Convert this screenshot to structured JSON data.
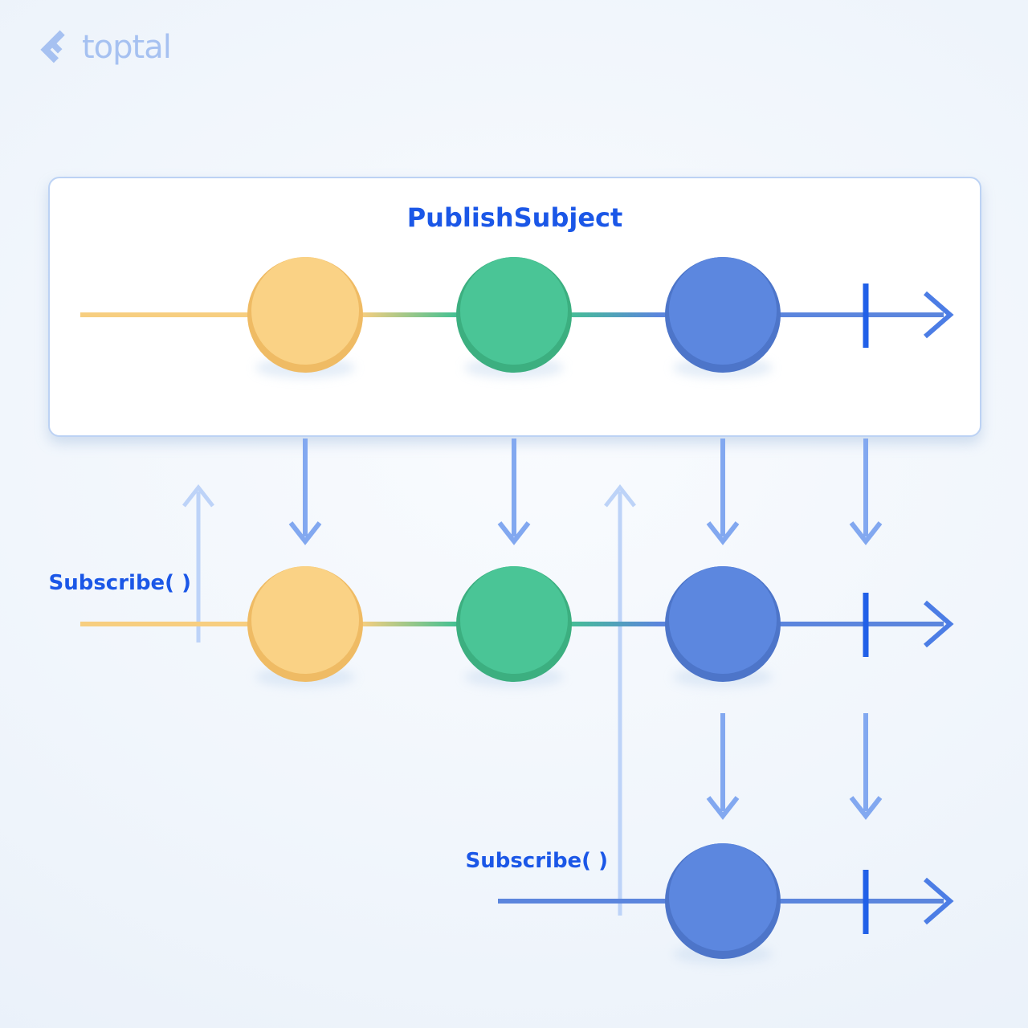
{
  "logo": {
    "brand": "toptal"
  },
  "diagram": {
    "title": "PublishSubject",
    "subscribe1": "Subscribe( )",
    "subscribe2": "Subscribe( )"
  },
  "sequences": {
    "publish_subject": {
      "events": [
        "yellow",
        "green",
        "blue"
      ],
      "completed": true
    },
    "subscriber_1": {
      "events": [
        "yellow",
        "green",
        "blue"
      ],
      "completed": true
    },
    "subscriber_2": {
      "events": [
        "blue"
      ],
      "completed": true
    }
  },
  "colors": {
    "title_text": "#1b57e7",
    "label_text": "#1b57e7",
    "logo": "#a6c1f1",
    "yellow_line": "#f7ce80",
    "green_line": "#45c192",
    "blue_line": "#5b85dd",
    "arrow_head": "#4c7de5",
    "tick": "#2160e8",
    "down_arrow": "#82a8f0",
    "up_arrow": "#bdd3f8",
    "marble_yellow": "#fad285",
    "marble_yellow_dark": "#efbb64",
    "marble_green": "#4ac596",
    "marble_green_dark": "#3caf80",
    "marble_blue": "#5c87df",
    "marble_blue_dark": "#4d75c9",
    "marble_shadow": "#c9dbf0",
    "box_border": "#bcd2f4",
    "box_fill": "#ffffff"
  }
}
